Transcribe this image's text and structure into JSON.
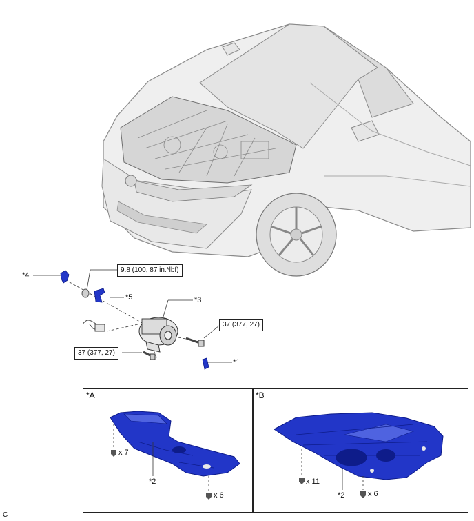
{
  "torque_specs": {
    "nut_torque": "9.8 (100, 87 in.*lbf)",
    "bolt_right_torque": "37 (377, 27)",
    "bolt_left_torque": "37 (377, 27)"
  },
  "callouts": {
    "star4": "*4",
    "star5": "*5",
    "star3": "*3",
    "star1": "*1"
  },
  "panel_a": {
    "title": "*A",
    "qty_left": "x 7",
    "qty_bottom": "x 6",
    "part_label": "*2"
  },
  "panel_b": {
    "title": "*B",
    "qty_left": "x 11",
    "qty_right": "x 6",
    "part_label": "*2"
  },
  "corner_mark": "C",
  "colors": {
    "part_blue": "#2236c8",
    "part_blue_dark": "#0e1c8a",
    "car_fill": "#eeeeee",
    "car_line": "#7a7a7a"
  }
}
